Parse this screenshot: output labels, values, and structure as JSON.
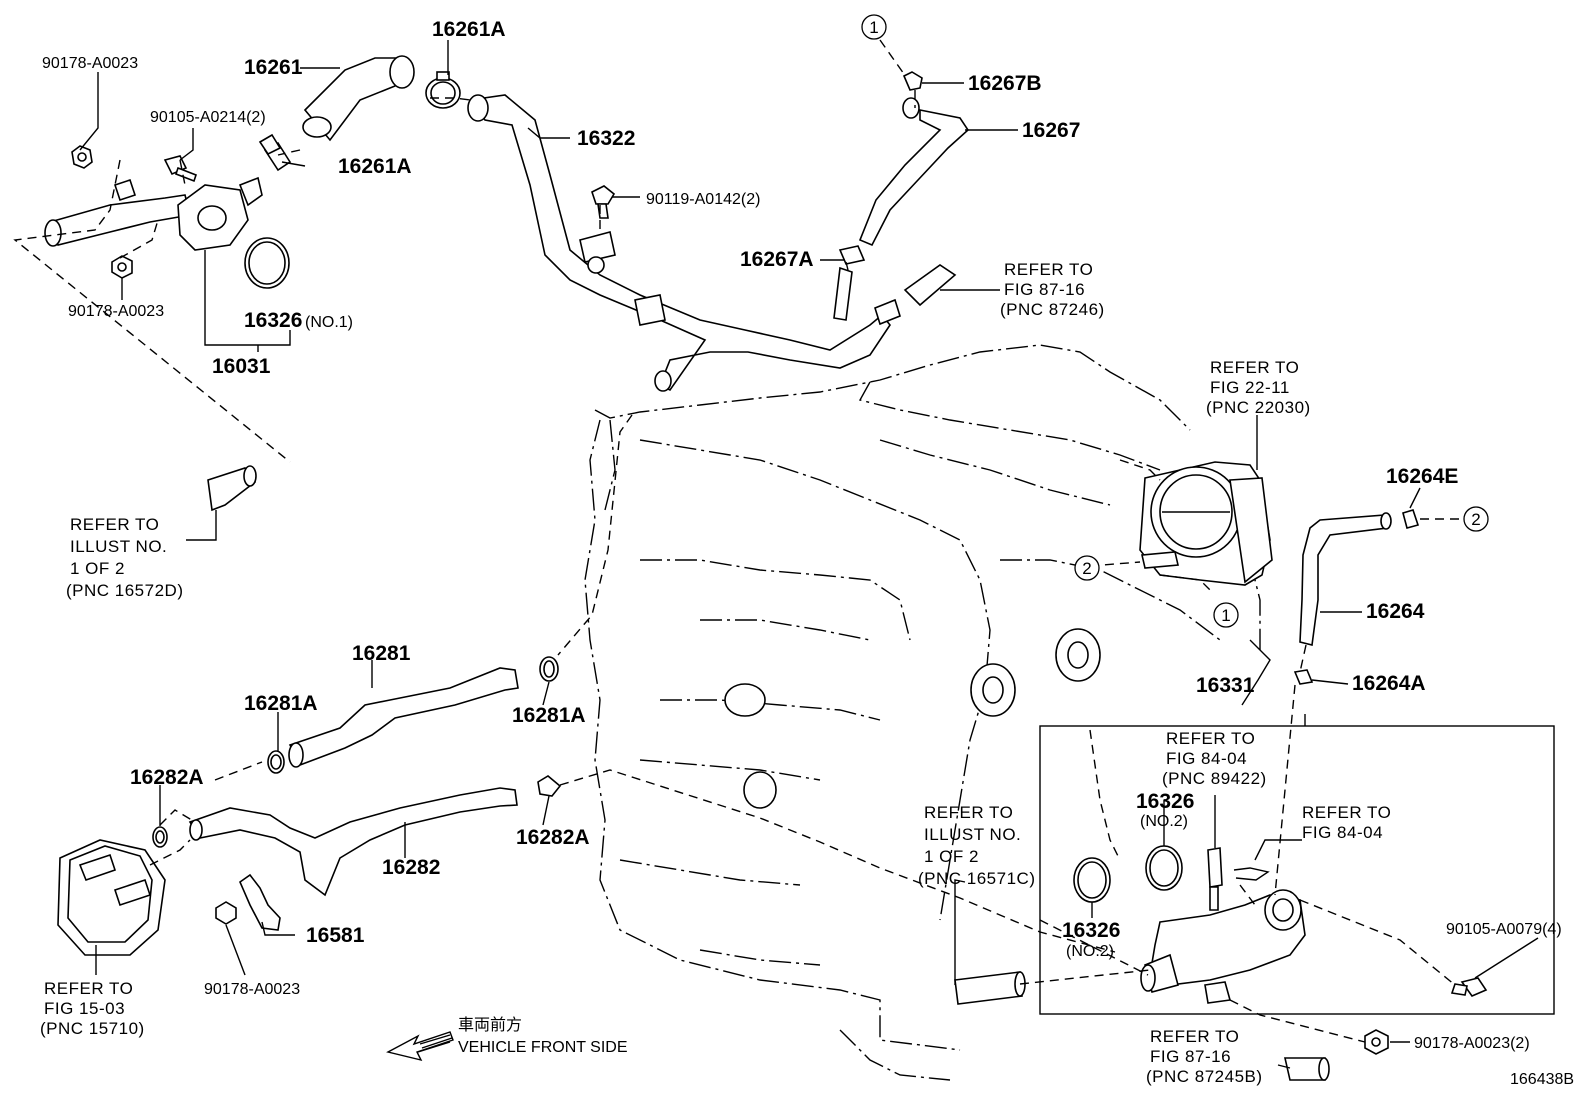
{
  "parts": {
    "p16261A_top": "16261A",
    "p16261": "16261",
    "p90178_tl": "90178-A0023",
    "p90105_a0214": "90105-A0214(2)",
    "p16261A_mid": "16261A",
    "p16322": "16322",
    "p90119": "90119-A0142(2)",
    "p16267B": "16267B",
    "p16267": "16267",
    "p16267A": "16267A",
    "p90178_l2": "90178-A0023",
    "p16326": "16326",
    "p16326_no1": "(NO.1)",
    "p16031": "16031",
    "p16264E": "16264E",
    "p16264": "16264",
    "p16264A": "16264A",
    "p16331": "16331",
    "p16326_b": "16326",
    "p16326_b_no2": "(NO.2)",
    "p16326_c": "16326",
    "p16326_c_no2": "(NO.2)",
    "p90105_a0079": "90105-A0079(4)",
    "p90178_a0023_2": "90178-A0023(2)",
    "p16281": "16281",
    "p16281A_l": "16281A",
    "p16281A_r": "16281A",
    "p16282A_l": "16282A",
    "p16282A_r": "16282A",
    "p16282": "16282",
    "p16581": "16581",
    "p90178_bot": "90178-A0023"
  },
  "refs": {
    "ref_8716_top": [
      "REFER TO",
      "FIG 87-16",
      "(PNC 87246)"
    ],
    "ref_2211": [
      "REFER TO",
      "FIG 22-11",
      "(PNC 22030)"
    ],
    "ref_illust_left": [
      "REFER TO",
      "ILLUST NO.",
      "1 OF 2",
      "(PNC 16572D)"
    ],
    "ref_8404_a": [
      "REFER TO",
      "FIG 84-04",
      "(PNC 89422)"
    ],
    "ref_8404_b": [
      "REFER TO",
      "FIG 84-04"
    ],
    "ref_illust_mid": [
      "REFER TO",
      "ILLUST NO.",
      "1 OF 2",
      "(PNC 16571C)"
    ],
    "ref_1503": [
      "REFER TO",
      "FIG 15-03",
      "(PNC 15710)"
    ],
    "ref_8716_bot": [
      "REFER TO",
      "FIG 87-16",
      "(PNC 87245B)"
    ]
  },
  "markers": {
    "one": "1",
    "two": "2"
  },
  "front": {
    "jp": "車両前方",
    "en": "VEHICLE FRONT SIDE"
  },
  "figure_id": "166438B"
}
